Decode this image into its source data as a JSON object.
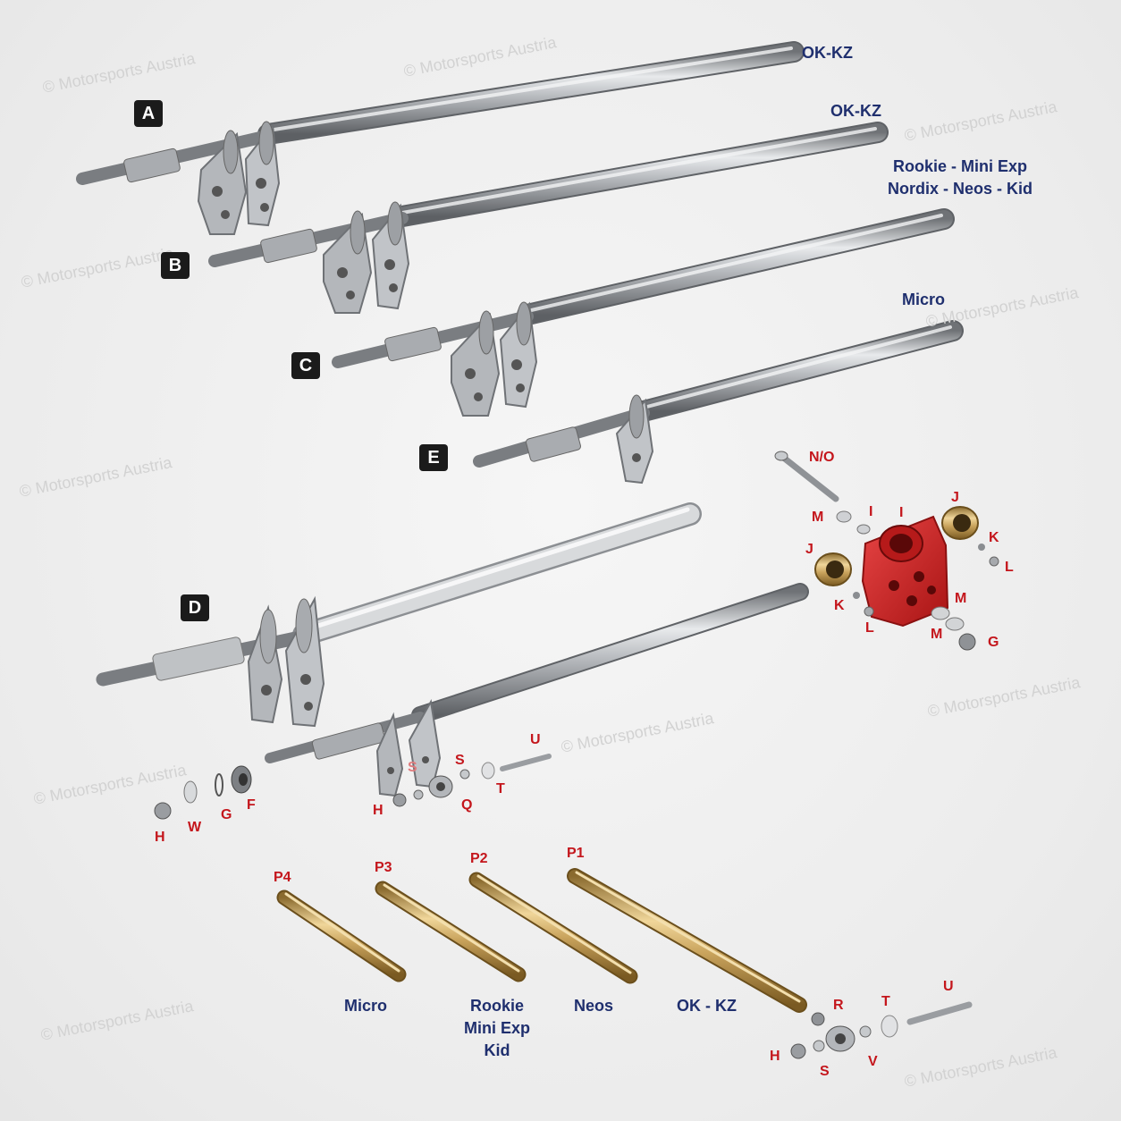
{
  "watermark": "© Motorsports Austria",
  "shaft_badges": {
    "a": "A",
    "b": "B",
    "c": "C",
    "d": "D",
    "e": "E"
  },
  "model_labels": {
    "ok_kz_1": "OK-KZ",
    "ok_kz_2": "OK-KZ",
    "rookie_line1": "Rookie - Mini Exp",
    "rookie_line2": "Nordix - Neos - Kid",
    "micro": "Micro"
  },
  "part_letters": {
    "no": "N/O",
    "m1": "M",
    "i": "I",
    "i2": "I",
    "j1": "J",
    "k1": "K",
    "l1": "L",
    "j2": "J",
    "k2": "K",
    "l2": "L",
    "m2": "M",
    "m3": "M",
    "g1": "G",
    "u1": "U",
    "s1": "S",
    "s2": "S",
    "t1": "T",
    "q": "Q",
    "h1": "H",
    "h2": "H",
    "w": "W",
    "g2": "G",
    "f": "F",
    "p1": "P1",
    "p2": "P2",
    "p3": "P3",
    "p4": "P4",
    "r": "R",
    "t2": "T",
    "u2": "U",
    "h3": "H",
    "s3": "S",
    "v": "V"
  },
  "bushing_labels": {
    "micro": "Micro",
    "rookie_1": "Rookie",
    "rookie_2": "Mini Exp",
    "rookie_3": "Kid",
    "neos": "Neos",
    "okkz": "OK - KZ"
  },
  "colors": {
    "badge_bg": "#1b1b1b",
    "part_letter": "#c4161c",
    "model_label": "#1f2f6e",
    "hub_red": "#d42a2a",
    "brass": "#c9a35c",
    "steel": "#b9bcc0"
  }
}
